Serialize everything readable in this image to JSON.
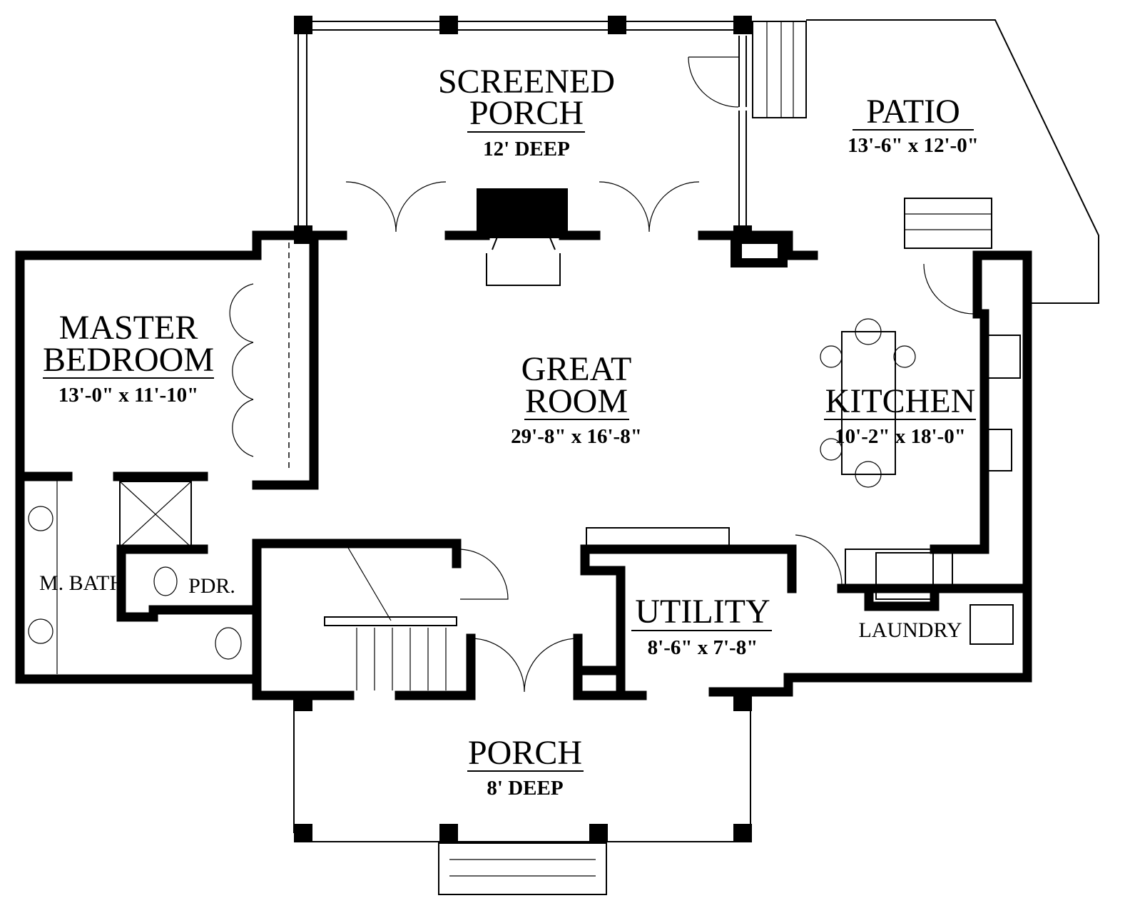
{
  "rooms": {
    "screened_porch": {
      "name_line1": "SCREENED",
      "name_line2": "PORCH",
      "size": "12' DEEP"
    },
    "patio": {
      "name": "PATIO",
      "size": "13'-6\" x 12'-0\""
    },
    "master_bedroom": {
      "name_line1": "MASTER",
      "name_line2": "BEDROOM",
      "size": "13'-0\" x 11'-10\""
    },
    "great_room": {
      "name_line1": "GREAT",
      "name_line2": "ROOM",
      "size": "29'-8\" x 16'-8\""
    },
    "kitchen": {
      "name": "KITCHEN",
      "size": "10'-2\" x 18'-0\""
    },
    "master_bath": {
      "name": "M. BATH"
    },
    "powder": {
      "name": "PDR."
    },
    "utility": {
      "name": "UTILITY",
      "size": "8'-6\" x 7'-8\""
    },
    "laundry": {
      "name": "LAUNDRY"
    },
    "porch": {
      "name": "PORCH",
      "size": "8' DEEP"
    }
  }
}
